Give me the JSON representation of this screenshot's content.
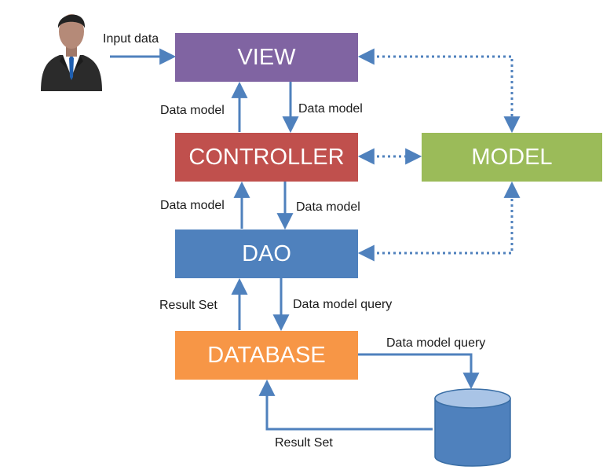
{
  "boxes": {
    "view": {
      "label": "VIEW",
      "color": "#8064a2"
    },
    "controller": {
      "label": "CONTROLLER",
      "color": "#c0504d"
    },
    "dao": {
      "label": "DAO",
      "color": "#4f81bd"
    },
    "database": {
      "label": "DATABASE",
      "color": "#f79646"
    },
    "model": {
      "label": "MODEL",
      "color": "#9bbb59"
    }
  },
  "labels": {
    "input_data": "Input data",
    "view_from_controller": "Data model",
    "controller_from_view": "Data model",
    "controller_from_dao": "Data model",
    "dao_from_controller": "Data model",
    "dao_from_database": "Result Set",
    "database_from_dao": "Data model query",
    "storage_query": "Data model query",
    "storage_result": "Result Set"
  },
  "icons": {
    "user": "user-icon",
    "storage": "database-cylinder-icon"
  },
  "colors": {
    "arrow": "#4f81bd",
    "cylinder_fill": "#4f81bd",
    "cylinder_top": "#a9c4e6"
  }
}
